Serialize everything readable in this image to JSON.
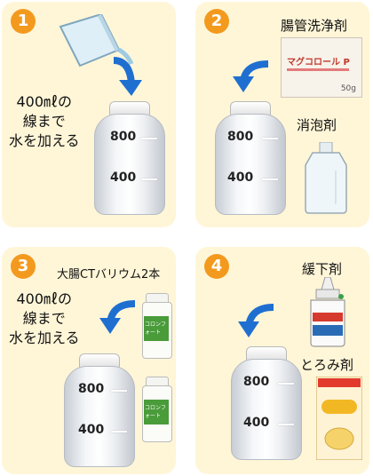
{
  "steps": [
    {
      "number": "1",
      "instruction": "400㎖の\n線まで\n水を加える",
      "marks": [
        "800",
        "400"
      ]
    },
    {
      "number": "2",
      "label_top": "腸管洗浄剤",
      "label_mid": "消泡剤",
      "marks": [
        "800",
        "400"
      ],
      "product_text": "マグコロール P",
      "product_sub": "50g"
    },
    {
      "number": "3",
      "label_top": "大腸CTバリウム2本",
      "instruction": "400㎖の\n線まで\n水を加える",
      "marks": [
        "800",
        "400"
      ],
      "product_text": "コロンフォート"
    },
    {
      "number": "4",
      "label_top": "緩下剤",
      "label_mid": "とろみ剤",
      "marks": [
        "800",
        "400"
      ]
    }
  ],
  "colors": {
    "panel": "#fff6d8",
    "badge": "#f39a1e",
    "arrow_blue": "#1f6fd1",
    "arrow_red": "#e8262a"
  }
}
